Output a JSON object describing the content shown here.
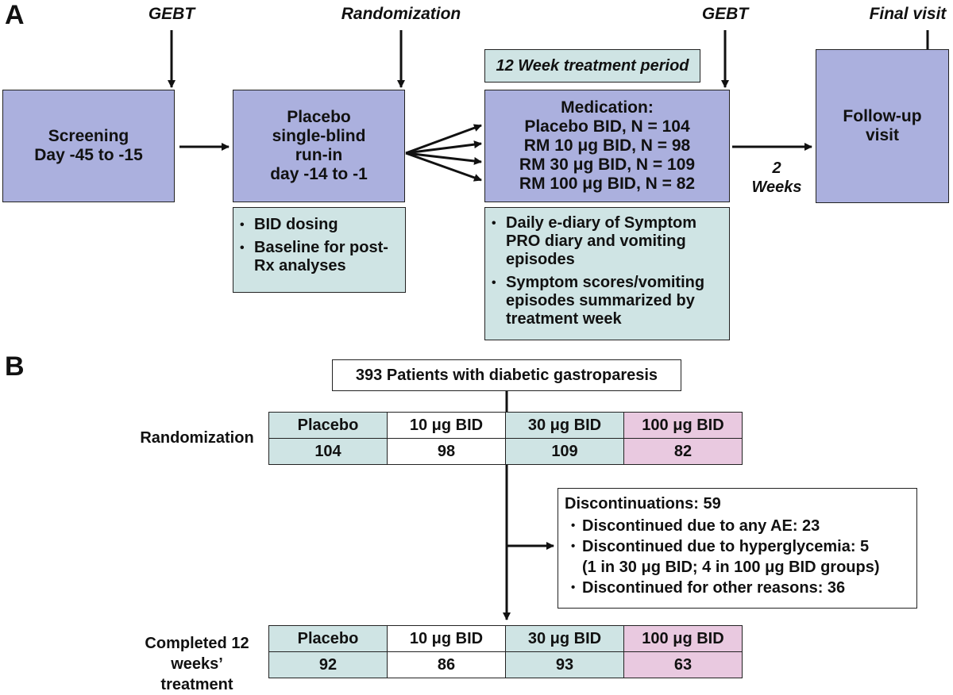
{
  "panel_a": {
    "letter": "A",
    "top_labels": {
      "gebt_1": "GEBT",
      "randomization": "Randomization",
      "gebt_2": "GEBT",
      "final_visit": "Final visit"
    },
    "screening_box": {
      "line1": "Screening",
      "line2": "Day -45 to -15"
    },
    "placebo_box": {
      "line1": "Placebo",
      "line2": "single-blind",
      "line3": "run-in",
      "line4": "day -14 to -1"
    },
    "treatment_period_label": "12 Week treatment period",
    "medication_box": {
      "title": "Medication:",
      "lines": [
        "Placebo BID, N = 104",
        "RM 10 μg BID, N = 98",
        "RM 30 μg BID, N = 109",
        "RM 100 μg BID, N = 82"
      ]
    },
    "followup_box": {
      "line1": "Follow-up",
      "line2": "visit"
    },
    "weeks_label": {
      "line1": "2",
      "line2": "Weeks"
    },
    "runin_notes": [
      "BID dosing",
      "Baseline for post-Rx analyses"
    ],
    "treatment_notes": [
      "Daily e-diary of Symptom PRO diary and vomiting episodes",
      "Symptom scores/vomiting episodes summarized by treatment week"
    ]
  },
  "panel_b": {
    "letter": "B",
    "patients_box": "393 Patients with diabetic gastroparesis",
    "groups": [
      "Placebo",
      "10 μg BID",
      "30 μg BID",
      "100 μg BID"
    ],
    "randomization": {
      "label": "Randomization",
      "values": [
        "104",
        "98",
        "109",
        "82"
      ]
    },
    "completed": {
      "label_line1": "Completed 12",
      "label_line2": "weeks’ treatment",
      "values": [
        "92",
        "86",
        "93",
        "63"
      ]
    },
    "discontinuations": {
      "title": "Discontinuations: 59",
      "items": [
        "Discontinued due to any AE: 23",
        "Discontinued due to hyperglycemia: 5",
        "Discontinued for other reasons: 36"
      ],
      "sub_note": "(1 in 30 μg BID; 4 in 100 μg BID groups)"
    },
    "colors": {
      "teal": "#cfe4e4",
      "white": "#ffffff",
      "pink": "#e9c9e0",
      "box_blue": "#abb0de"
    }
  }
}
